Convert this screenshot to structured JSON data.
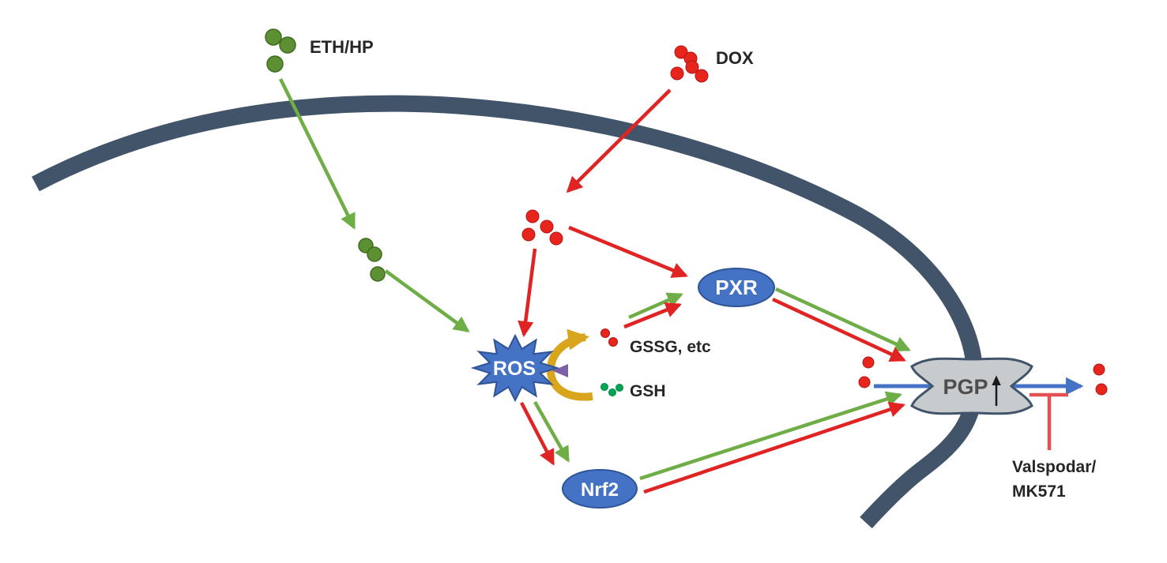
{
  "figure": {
    "type": "cell-signaling-pathway-diagram",
    "labels": {
      "eth_hp": "ETH/HP",
      "dox": "DOX",
      "ros": "ROS",
      "pxr": "PXR",
      "nrf2": "Nrf2",
      "pgp": "PGP",
      "gssg": "GSSG, etc",
      "gsh": "GSH",
      "inhibitor_line1": "Valspodar/",
      "inhibitor_line2": "MK571"
    },
    "colors": {
      "membrane": "#41546a",
      "node_blue": "#4472c4",
      "node_blue_edge": "#2f5597",
      "arrow_red": "#e02424",
      "arrow_green": "#6fad47",
      "arrow_blue": "#4472c4",
      "arrow_gold": "#d8a51d",
      "inhibitor_red": "#e25252",
      "pgp_fill": "#c8cbce",
      "pgp_edge": "#41546a",
      "pgp_text": "#4d4d4d",
      "dot_red": "#e8251d",
      "dot_dark_green": "#5d8f33",
      "dot_bright_green": "#00a651",
      "junction_purple": "#7b5fa8",
      "label_text": "#262626",
      "node_text": "#ffffff"
    }
  }
}
